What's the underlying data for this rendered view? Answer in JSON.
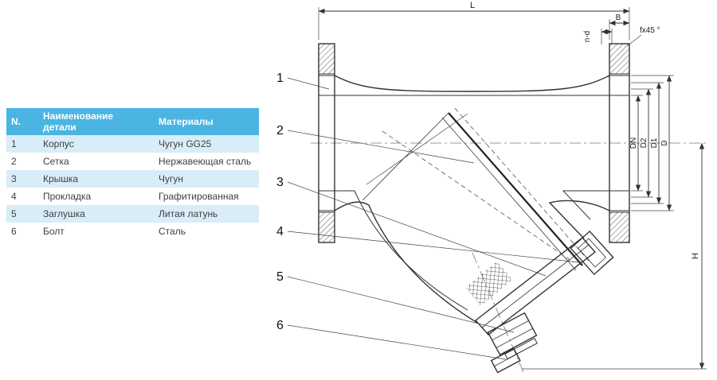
{
  "table": {
    "headers": {
      "num": "N.",
      "part": "Наименование детали",
      "material": "Материалы"
    },
    "rows": [
      {
        "num": "1",
        "part": "Корпус",
        "material": "Чугун GG25"
      },
      {
        "num": "2",
        "part": "Сетка",
        "material": "Нержавеющая сталь"
      },
      {
        "num": "3",
        "part": "Крышка",
        "material": "Чугун"
      },
      {
        "num": "4",
        "part": "Прокладка",
        "material": "Графитированная"
      },
      {
        "num": "5",
        "part": "Заглушка",
        "material": "Литая латунь"
      },
      {
        "num": "6",
        "part": "Болт",
        "material": "Сталь"
      }
    ],
    "colors": {
      "header_bg": "#4ab5e2",
      "alt_row_bg": "#d9edf8",
      "header_text": "#ffffff",
      "body_text": "#3f3f3f"
    }
  },
  "drawing": {
    "callouts": [
      "1",
      "2",
      "3",
      "4",
      "5",
      "6"
    ],
    "dims": {
      "length": "L",
      "flange_thickness": "B",
      "chamfer": "fx45 °",
      "bolt_holes": "n-d",
      "bore": "DN",
      "d2": "D2",
      "d1": "D1",
      "outer": "D",
      "height": "H"
    },
    "line_color": "#333333"
  }
}
